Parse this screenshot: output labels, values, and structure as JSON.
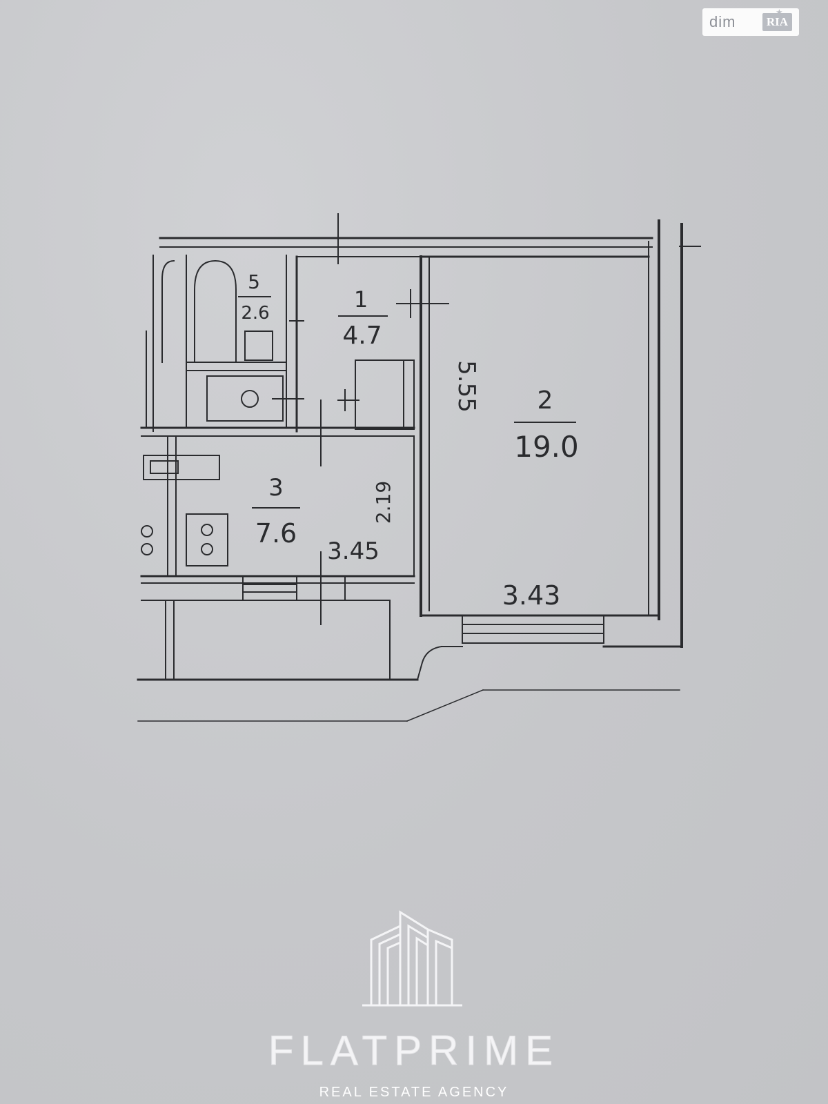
{
  "watermark": {
    "site": "dim",
    "badge": "RIA"
  },
  "floor_plan": {
    "rooms": [
      {
        "number": "1",
        "area": "4.7"
      },
      {
        "number": "2",
        "area": "19.0"
      },
      {
        "number": "3",
        "area": "7.6"
      },
      {
        "number": "5",
        "area": "2.6"
      }
    ],
    "dimensions": {
      "corridor_height": "5.55",
      "kitchen_height": "2.19",
      "kitchen_width": "3.45",
      "room_width": "3.43"
    }
  },
  "brand": {
    "name": "FLATPRIME",
    "tagline": "REAL ESTATE AGENCY"
  },
  "colors": {
    "paper": "#c9cacd",
    "ink": "#2a2b2e",
    "logo": "#f4f4f6"
  }
}
